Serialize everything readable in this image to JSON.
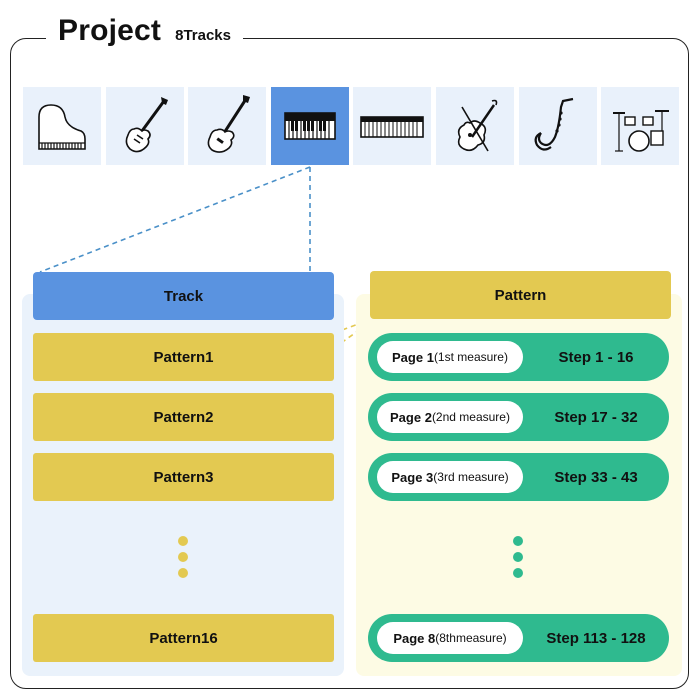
{
  "project": {
    "title": "Project",
    "subtitle": "8Tracks"
  },
  "instruments": [
    {
      "icon": "grand-piano-icon",
      "active": false
    },
    {
      "icon": "electric-guitar-icon",
      "active": false
    },
    {
      "icon": "bass-guitar-icon",
      "active": false
    },
    {
      "icon": "synthesizer-icon",
      "active": true
    },
    {
      "icon": "keyboard-icon",
      "active": false
    },
    {
      "icon": "violin-icon",
      "active": false
    },
    {
      "icon": "saxophone-icon",
      "active": false
    },
    {
      "icon": "drum-kit-icon",
      "active": false
    }
  ],
  "track": {
    "header": "Track",
    "patterns": [
      "Pattern1",
      "Pattern2",
      "Pattern3",
      "Pattern16"
    ]
  },
  "pattern": {
    "header": "Pattern",
    "pages": [
      {
        "page": "Page 1",
        "measure": "(1st measure)",
        "steps": "Step 1 - 16"
      },
      {
        "page": "Page 2",
        "measure": "(2nd measure)",
        "steps": "Step 17 - 32"
      },
      {
        "page": "Page 3",
        "measure": "(3rd measure)",
        "steps": "Step 33 - 43"
      },
      {
        "page": "Page 8",
        "measure": "(8thmeasure)",
        "steps": "Step 113 - 128"
      }
    ]
  },
  "colors": {
    "track_blue": "#5a93e0",
    "pattern_yellow": "#e3c951",
    "page_green": "#2fba8f",
    "tile_bg": "#e9f1fb",
    "connector": "#4a90c8"
  }
}
